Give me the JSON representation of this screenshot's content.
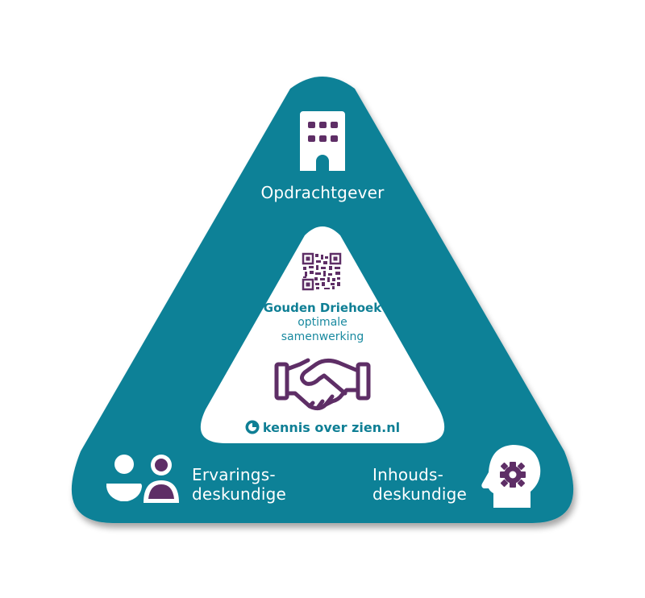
{
  "diagram": {
    "title": "Gouden Driehoek",
    "subtitle_line1": "optimale",
    "subtitle_line2": "samenwerking",
    "brand": "kennis over zien.nl",
    "nodes": {
      "top": {
        "label": "Opdrachtgever",
        "icon": "building-icon"
      },
      "bottom_left": {
        "line1": "Ervarings-",
        "line2": "deskundige",
        "icon": "people-icon"
      },
      "bottom_right": {
        "line1": "Inhouds-",
        "line2": "deskundige",
        "icon": "head-gear-icon"
      }
    },
    "center_icons": [
      "qr-code-icon",
      "handshake-icon",
      "brand-logo-icon"
    ]
  },
  "colors": {
    "teal": "#0e8197",
    "purple": "#5e2e66",
    "white": "#ffffff",
    "text_teal": "#0f7f95"
  }
}
